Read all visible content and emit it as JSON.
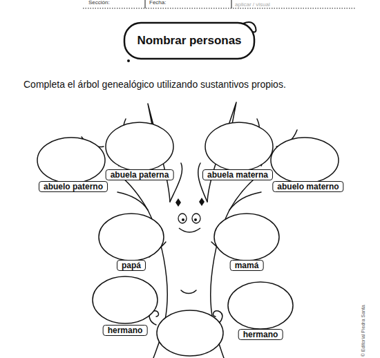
{
  "diagram": {
    "title": "Nombrar personas",
    "nodes": [
      {
        "text": [
          "abuelo paterno"
        ]
      },
      {
        "text": [
          "abuela paterna"
        ]
      },
      {
        "text": [
          "abuela materna"
        ]
      },
      {
        "text": [
          "abuelo materno"
        ]
      },
      {
        "text": [
          "papá"
        ]
      },
      {
        "text": [
          "mamá"
        ]
      },
      {
        "text": [
          "hermano"
        ]
      },
      {
        "text": [
          "hermano"
        ]
      }
    ],
    "labels": [
      "Sección:",
      "Fecha:",
      "aplicar / visual",
      "Completa el árbol genealógico utilizando sustantivos propios.",
      "© Editorial Piedra Santa"
    ]
  }
}
